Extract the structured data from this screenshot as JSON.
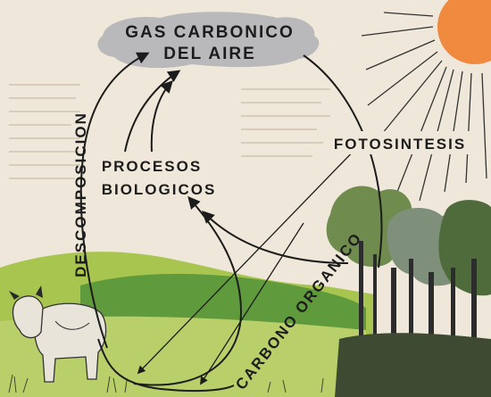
{
  "labels": {
    "air": [
      "GAS CARBONICO",
      "DEL AIRE"
    ],
    "decomposition": "DESCOMPOSICION",
    "biological": [
      "PROCESOS",
      "BIOLOGICOS"
    ],
    "photosynthesis": "FOTOSINTESIS",
    "organic_carbon": "CARBONO ORGANICO"
  },
  "colors": {
    "paper": "#efe7d9",
    "sun": "#f08a3e",
    "cloud": "#b9b9bb",
    "grass": "#a8c64f",
    "hill_dark": "#5f9a3c",
    "ink": "#1c1c1c"
  }
}
